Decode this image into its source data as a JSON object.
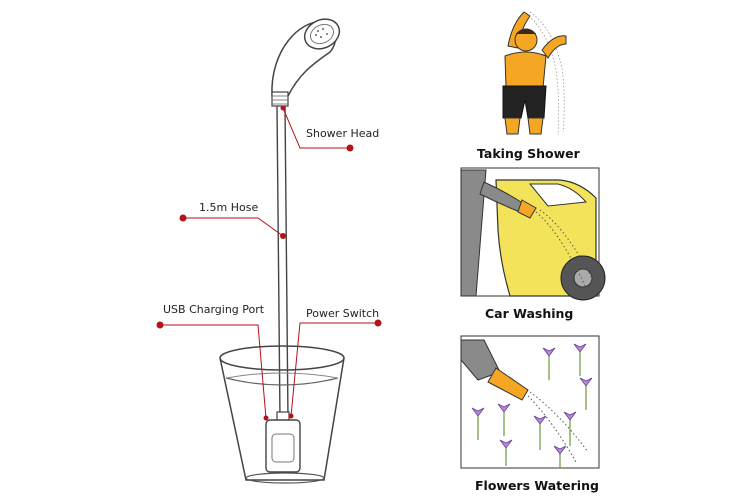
{
  "callouts": {
    "shower_head": "Shower Head",
    "hose": "1.5m Hose",
    "usb_port": "USB Charging Port",
    "power_switch": "Power Switch"
  },
  "panels": [
    {
      "caption": "Taking Shower"
    },
    {
      "caption": "Car Washing"
    },
    {
      "caption": "Flowers Watering"
    }
  ],
  "colors": {
    "callout_line": "#b5121b",
    "callout_dot": "#b5121b",
    "skin": "#f5a623",
    "car": "#f2e35a",
    "flower": "#b58ad6",
    "outline": "#333333"
  }
}
